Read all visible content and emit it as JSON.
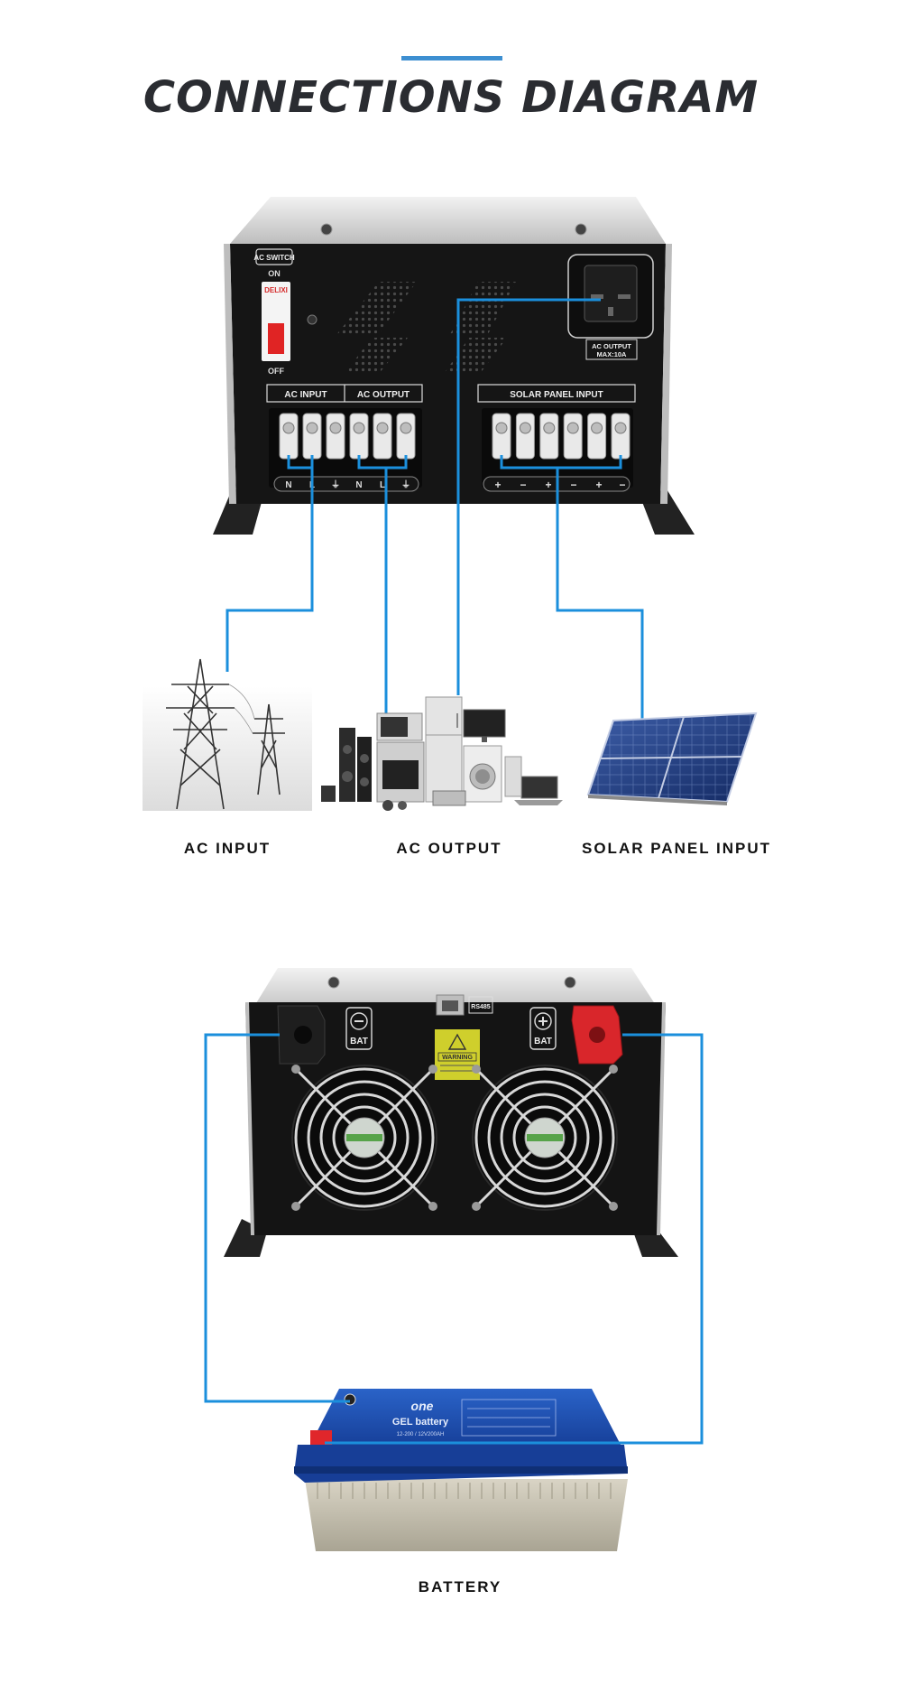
{
  "header": {
    "title": "CONNECTIONS DIAGRAM"
  },
  "inverter_front": {
    "ac_switch_label": "AC SWITCH",
    "switch_on": "ON",
    "switch_off": "OFF",
    "breaker_brand": "DELIXI",
    "ac_input_label": "AC INPUT",
    "ac_output_label": "AC OUTPUT",
    "solar_panel_input_label": "SOLAR PANEL INPUT",
    "socket_label_line1": "AC OUTPUT",
    "socket_label_line2": "MAX:10A",
    "ac_terminal_markings": [
      "N",
      "L",
      "⏚",
      "N",
      "L",
      "⏚"
    ],
    "solar_terminal_markings": [
      "+",
      "−",
      "+",
      "−",
      "+",
      "−"
    ]
  },
  "inverter_back": {
    "rs485_label": "RS485",
    "bat_negative_label": "BAT",
    "bat_positive_label": "BAT",
    "warning_label": "WARNING"
  },
  "captions": {
    "ac_input": "AC INPUT",
    "ac_output": "AC OUTPUT",
    "solar_panel_input": "SOLAR PANEL INPUT",
    "battery": "BATTERY"
  },
  "battery": {
    "brand": "one",
    "model": "GEL battery",
    "rating": "12-200 / 12V200AH"
  },
  "colors": {
    "wire": "#1b8fdc",
    "accent": "#3d8fd1",
    "inverter_body": "#161616",
    "inverter_silver": "#d9d9d9",
    "battery_top": "#1f4fae",
    "battery_case": "#c7c2b3",
    "positive_terminal": "#e0262b"
  }
}
